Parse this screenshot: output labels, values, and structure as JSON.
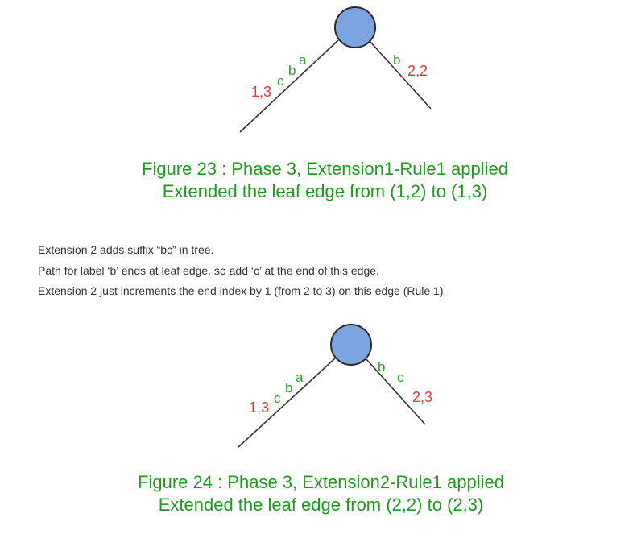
{
  "figure23": {
    "left_edge": {
      "chars": [
        "a",
        "b",
        "c"
      ],
      "range": "1,3"
    },
    "right_edge": {
      "chars": [
        "b"
      ],
      "range": "2,2"
    },
    "caption_line1": "Figure 23 : Phase 3, Extension1-Rule1 applied",
    "caption_line2": "Extended the leaf edge from (1,2) to (1,3)"
  },
  "explanation": {
    "lines": [
      "Extension 2 adds suffix “bc” in tree.",
      "Path for label ‘b’ ends at leaf edge, so add ‘c’ at the end of this edge.",
      "Extension 2 just increments the end index by 1 (from 2 to 3) on this edge (Rule 1)."
    ]
  },
  "figure24": {
    "left_edge": {
      "chars": [
        "a",
        "b",
        "c"
      ],
      "range": "1,3"
    },
    "right_edge": {
      "chars": [
        "b",
        "c"
      ],
      "range": "2,3"
    },
    "caption_line1": "Figure 24 : Phase 3, Extension2-Rule1 applied",
    "caption_line2": "Extended the leaf edge from (2,2) to (2,3)"
  },
  "colors": {
    "node_fill": "#7ca4e0",
    "node_stroke": "#2a2a2a",
    "edge_line": "#333333",
    "edge_char": "#2ca02c",
    "edge_range": "#e53935",
    "caption": "#1e9a1e",
    "body_text": "#333333"
  }
}
